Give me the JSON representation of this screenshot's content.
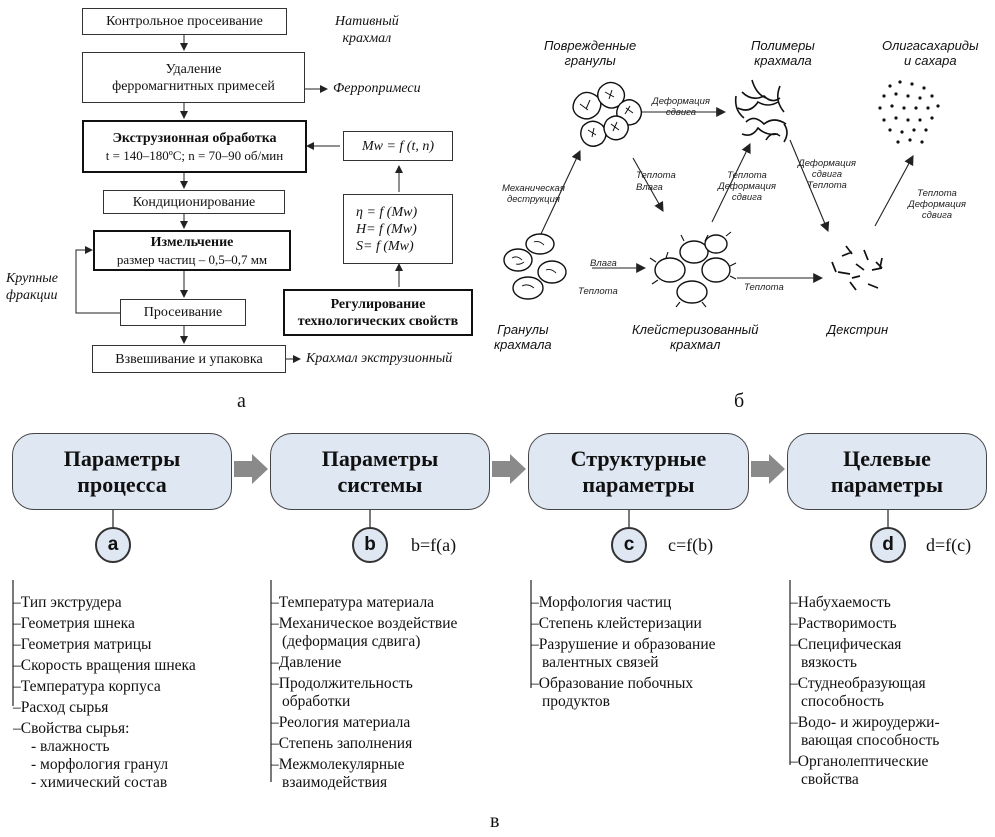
{
  "panel_a": {
    "label": "а",
    "steps": {
      "control_sieving": "Контрольное просеивание",
      "removal_line1": "Удаление",
      "removal_line2": "ферромагнитных примесей",
      "extrusion_title": "Экструзионная обработка",
      "extrusion_params": "t = 140–180ºС; n = 70–90 об/мин",
      "conditioning": "Кондиционирование",
      "grinding_title": "Измельчение",
      "grinding_params": "размер частиц – 0,5–0,7 мм",
      "sieving": "Просеивание",
      "packing": "Взвешивание и упаковка"
    },
    "side": {
      "native_line1": "Нативный",
      "native_line2": "крахмал",
      "ferro": "Ферропримеси",
      "coarse_line1": "Крупные",
      "coarse_line2": "фракции",
      "output": "Крахмал экструзионный"
    },
    "formulas": {
      "mw": "Mw = f (t, n)",
      "eta": "η = f (Mw)",
      "h": "H= f (Mw)",
      "s": "S= f (Mw)"
    },
    "regulation_line1": "Регулирование",
    "regulation_line2": "технологических свойств"
  },
  "panel_b": {
    "label": "б",
    "nodes": {
      "damaged_line1": "Поврежденные",
      "damaged_line2": "гранулы",
      "polymers_line1": "Полимеры",
      "polymers_line2": "крахмала",
      "oligo_line1": "Олигасахариды",
      "oligo_line2": "и сахара",
      "granules_line1": "Гранулы",
      "granules_line2": "крахмала",
      "gelat_line1": "Клейстеризованный",
      "gelat_line2": "крахмал",
      "dextrin": "Декстрин"
    },
    "arrows": {
      "deform_line1": "Деформация",
      "deform_line2": "сдвига",
      "heat": "Теплота",
      "moisture": "Влага",
      "mech_line1": "Механическая",
      "mech_line2": "деструкция",
      "heat_deform_line1": "Теплота",
      "heat_deform_line2": "Деформация",
      "heat_deform_line3": "сдвига",
      "dextrin_in_line1": "Деформация",
      "dextrin_in_line2": "сдвига",
      "dextrin_in_line3": "Теплота"
    }
  },
  "panel_c": {
    "label": "в",
    "categories": [
      {
        "line1": "Параметры",
        "line2": "процесса",
        "letter": "a",
        "formula": ""
      },
      {
        "line1": "Параметры",
        "line2": "системы",
        "letter": "b",
        "formula": "b=f(a)"
      },
      {
        "line1": "Структурные",
        "line2": "параметры",
        "letter": "c",
        "formula": "c=f(b)"
      },
      {
        "line1": "Целевые",
        "line2": "параметры",
        "letter": "d",
        "formula": "d=f(c)"
      }
    ],
    "list_a": [
      "Тип экструдера",
      "Геометрия шнека",
      "Геометрия матрицы",
      "Скорость вращения шнека",
      "Температура корпуса",
      "Расход сырья",
      "Свойства сырья:"
    ],
    "list_a_sub": [
      "- влажность",
      "- морфология гранул",
      "- химический состав"
    ],
    "list_b": [
      "Температура материала",
      "Механическое воздействие",
      "(деформация сдвига)",
      "Давление",
      "Продолжительность",
      "обработки",
      "Реология материала",
      "Степень заполнения",
      "Межмолекулярные",
      "взаимодействия"
    ],
    "list_c": [
      "Морфология частиц",
      "Степень клейстеризации",
      "Разрушение и образование",
      "валентных связей",
      "Образование побочных",
      "продуктов"
    ],
    "list_d": [
      "Набухаемость",
      "Растворимость",
      "Специфическая",
      "вязкость",
      "Студнеобразующая",
      "способность",
      "Водо- и жироудержи-",
      "вающая способность",
      "Органолептические",
      "свойства"
    ]
  }
}
